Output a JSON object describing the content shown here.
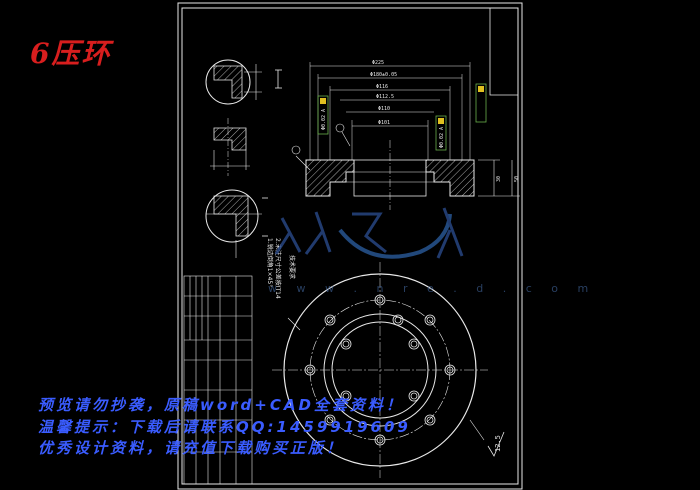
{
  "title": "6压环",
  "notices": {
    "line1": "预览请勿抄袭，原稿word+CAD全套资料！",
    "line2": "温馨提示：下载后请联系QQ:1459919609",
    "line3": "优秀设计资料，请充值下载购买正版！"
  },
  "watermark": {
    "url": "w w w . n r e . d . c o m"
  },
  "dimensions": {
    "d1": "Φ225",
    "d2": "Φ180±0.05",
    "d3": "Φ116",
    "d4": "Φ112.5",
    "d5": "Φ110",
    "d6": "Φ101",
    "side1": "Φ0.02 A",
    "side2": "Φ0.02 A",
    "h1": "30",
    "h2": "50",
    "roughness": "12.5",
    "tech_title": "技术要求",
    "tech1": "1.锐边倒角1×45°",
    "tech2": "2.未注尺寸公差按IT14"
  },
  "colors": {
    "line": "#e8e8e8",
    "hatch": "#e8e8e8",
    "blue": "#3a5cff",
    "red": "#d81e1e",
    "green": "#6ab04c",
    "yellow": "#e0c020"
  }
}
